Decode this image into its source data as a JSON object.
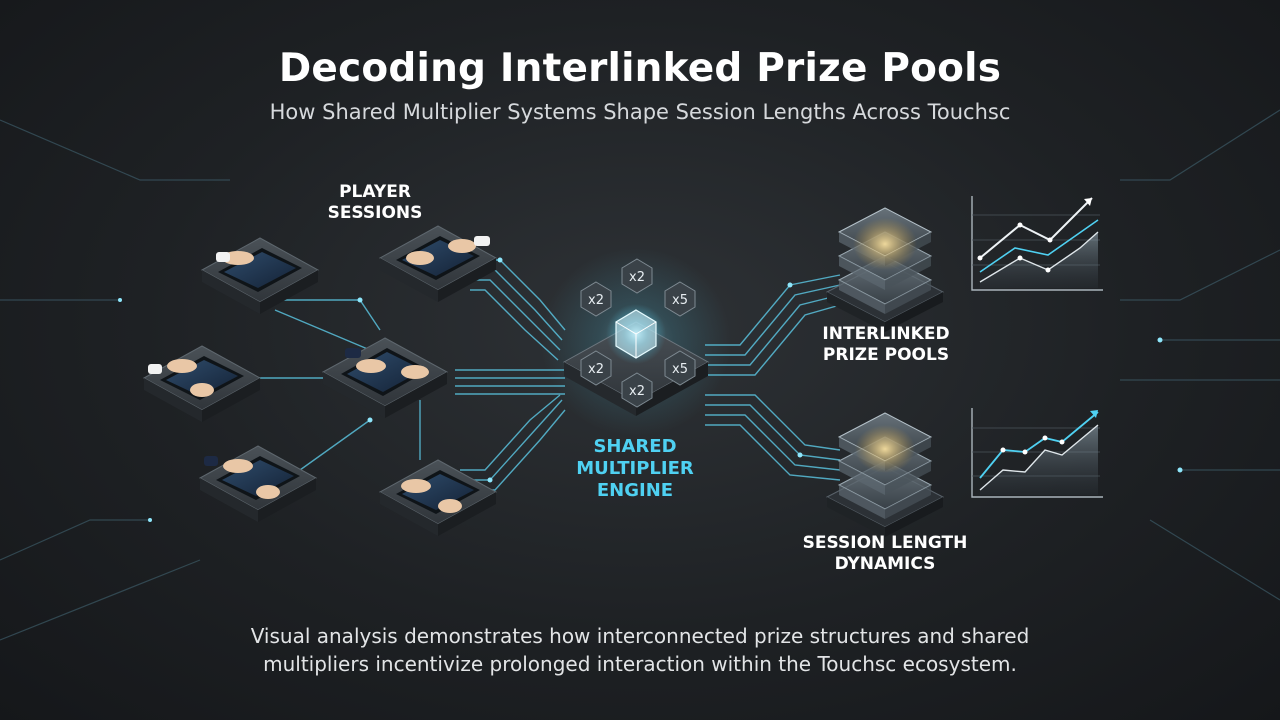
{
  "header": {
    "title": "Decoding Interlinked Prize Pools",
    "subtitle": "How Shared Multiplier Systems Shape Session Lengths Across Touchsc"
  },
  "labels": {
    "player_sessions": "PLAYER\nSESSIONS",
    "engine": "SHARED\nMULTIPLIER\nENGINE",
    "prize_pools": "INTERLINKED\nPRIZE POOLS",
    "session_length": "SESSION LENGTH\nDYNAMICS"
  },
  "engine_multipliers": [
    "x2",
    "x2",
    "x5",
    "x2",
    "x5",
    "x2"
  ],
  "caption": {
    "line1": "Visual analysis demonstrates how interconnected prize structures and shared",
    "line2": "multipliers incentivize prolonged interaction within the Touchsc ecosystem."
  },
  "icons": [
    "tablet-touch-icon",
    "cube-stack-icon",
    "line-chart-icon",
    "hexagon-cube-icon"
  ],
  "colors": {
    "accent": "#4fd1f2",
    "background": "#1e2124"
  }
}
